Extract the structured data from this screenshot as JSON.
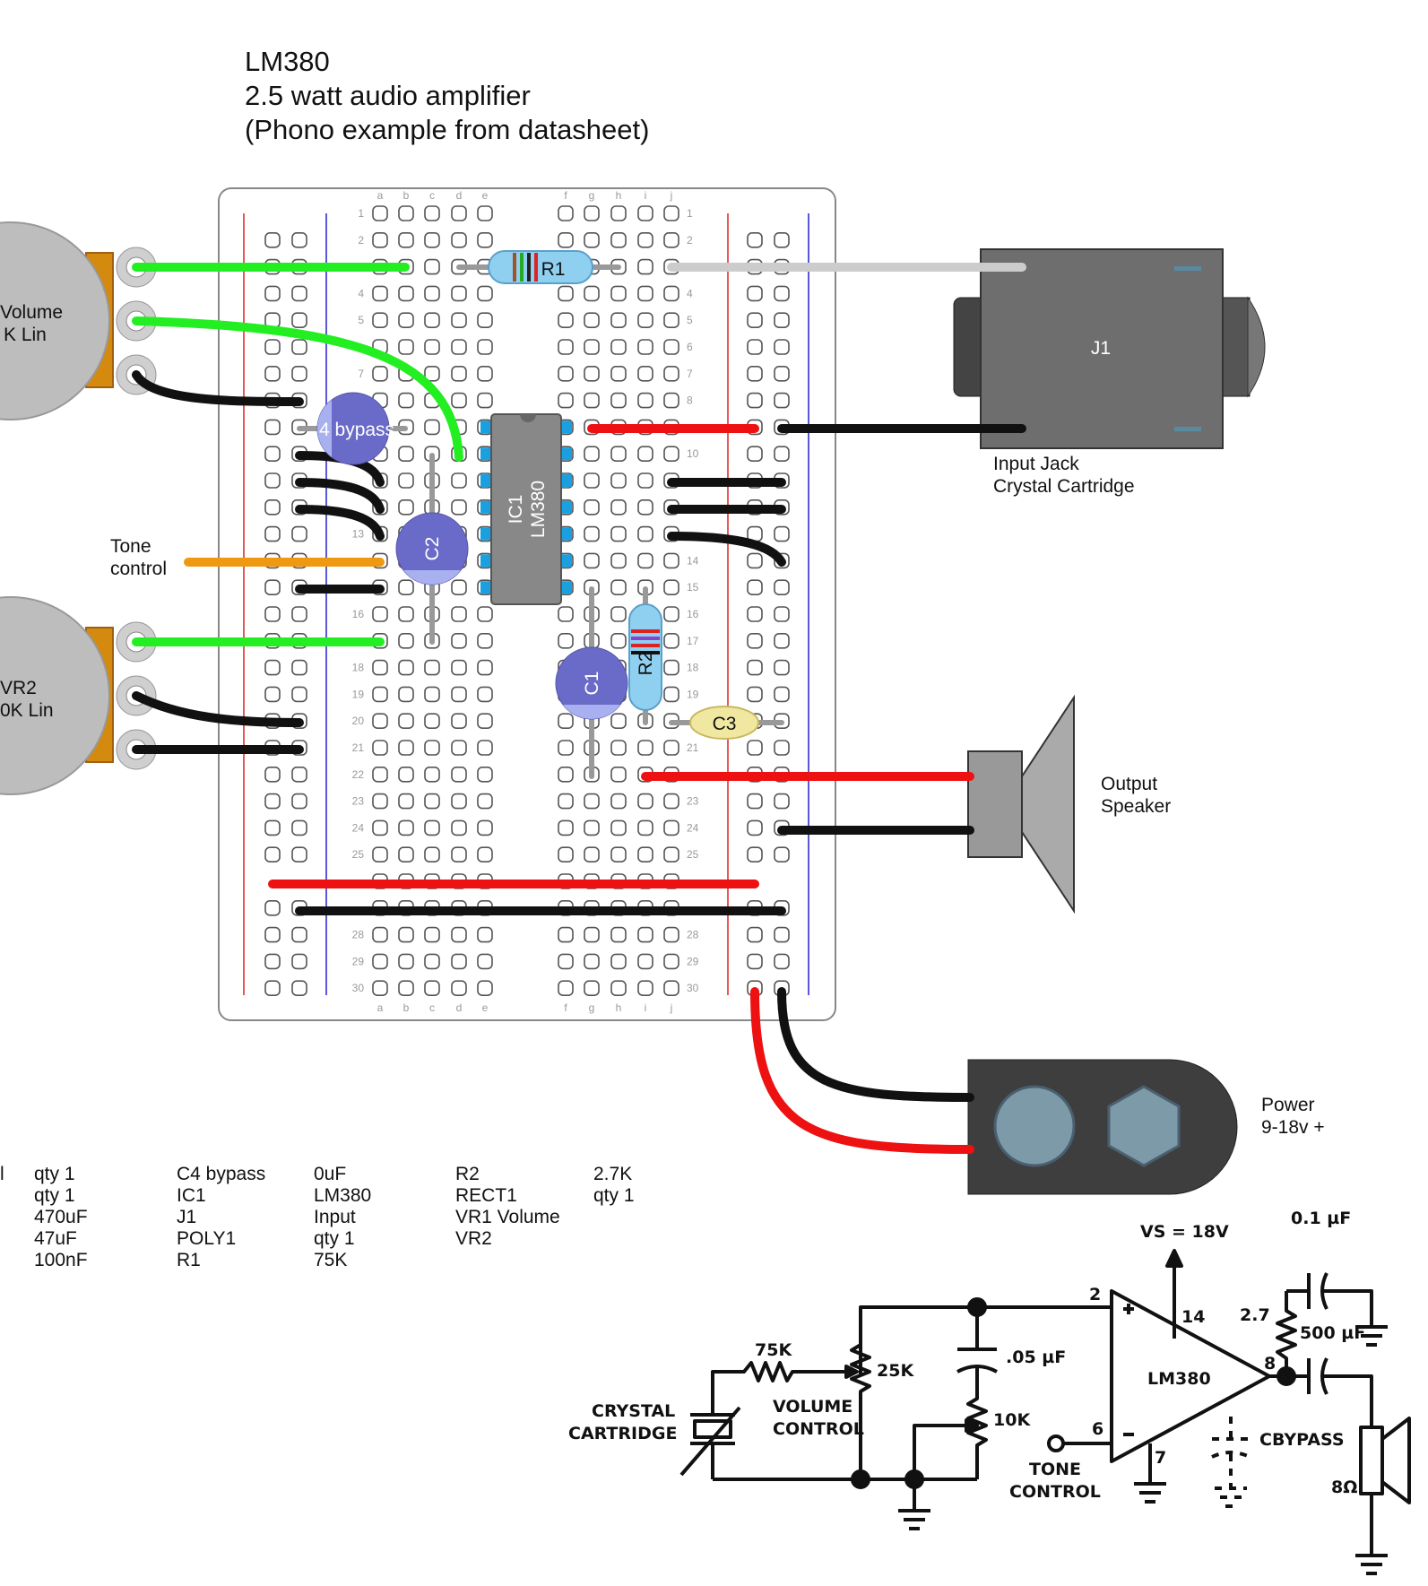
{
  "title": {
    "line1": "LM380",
    "line2": "2.5 watt audio amplifier",
    "line3": "(Phono example from datasheet)"
  },
  "breadboard": {
    "column_letters_left": [
      "a",
      "b",
      "c",
      "d",
      "e"
    ],
    "column_letters_right": [
      "f",
      "g",
      "h",
      "i",
      "j"
    ],
    "row_numbers_left": [
      "1",
      "2",
      "4",
      "5",
      "7",
      "13",
      "16",
      "18",
      "19",
      "20",
      "21",
      "22",
      "23",
      "24",
      "25",
      "28",
      "29",
      "30"
    ],
    "row_numbers_right": [
      "1",
      "2",
      "4",
      "5",
      "6",
      "7",
      "8",
      "10",
      "14",
      "15",
      "16",
      "17",
      "18",
      "19",
      "21",
      "23",
      "24",
      "25",
      "28",
      "29",
      "30"
    ]
  },
  "components": {
    "r1": "R1",
    "r2": "R2",
    "c1": "C1",
    "c2": "C2",
    "c3": "C3",
    "c4": "4 bypass",
    "ic1_line1": "IC1",
    "ic1_line2": "LM380",
    "j1": "J1"
  },
  "labels": {
    "volume_line1": "Volume",
    "volume_line2": "K Lin",
    "vr2_line1": "VR2",
    "vr2_line2": "0K Lin",
    "tone_line1": "Tone",
    "tone_line2": "control",
    "input_line1": "Input Jack",
    "input_line2": "Crystal Cartridge",
    "output_line1": "Output",
    "output_line2": "Speaker",
    "power_line1": "Power",
    "power_line2": "9-18v +"
  },
  "bom": {
    "col0": [
      "l"
    ],
    "col1": [
      "qty 1",
      "qty 1",
      "470uF",
      "47uF",
      "100nF"
    ],
    "col2": [
      "C4 bypass",
      "IC1",
      "J1",
      "POLY1",
      "R1"
    ],
    "col3": [
      "0uF",
      "LM380",
      "Input",
      "qty 1",
      "75K"
    ],
    "col4": [
      "R2",
      "RECT1",
      "VR1 Volume",
      "VR2"
    ],
    "col5": [
      "2.7K",
      "qty 1"
    ]
  },
  "schematic": {
    "vs": "VS = 18V",
    "cap_01": "0.1 µF",
    "res_27": "2.7",
    "cap_500": "500 µF",
    "pin2": "2",
    "pin14": "14",
    "pin8": "8",
    "pin6": "6",
    "pin7": "7",
    "amp": "LM380",
    "r75k": "75K",
    "r25k": "25K",
    "cap_05": ".05 µF",
    "r10k": "10K",
    "crystal_line1": "CRYSTAL",
    "crystal_line2": "CARTRIDGE",
    "volume_line1": "VOLUME",
    "volume_line2": "CONTROL",
    "tone_line1": "TONE",
    "tone_line2": "CONTROL",
    "cbypass": "CBYPASS",
    "ohm": "8Ω",
    "plus": "+",
    "minus": "−"
  },
  "colors": {
    "green_wire": "#22ee22",
    "red_wire": "#ee1111",
    "black_wire": "#111111",
    "orange_wire": "#ee9911",
    "gray_wire": "#cccccc",
    "electrolytic_cap": "#6a6ac8",
    "resistor_body": "#8fd0f0",
    "ceramic_cap": "#f0e8a0",
    "rail_red": "#dd2222",
    "rail_blue": "#2222cc",
    "ic_body": "#888888",
    "ic_pin": "#1aa0e0"
  }
}
